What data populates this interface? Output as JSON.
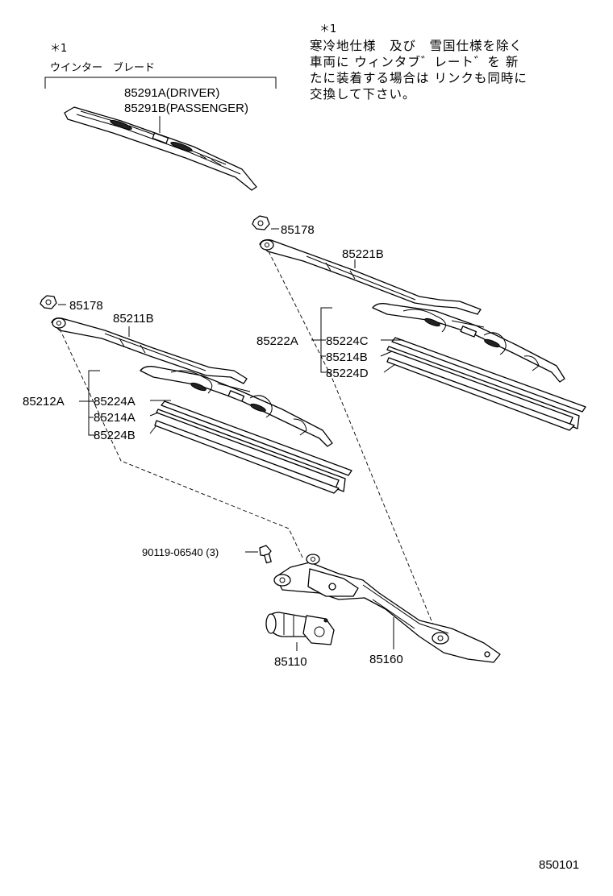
{
  "note_marker_left": "＊1",
  "note_marker_right": "＊1",
  "winter_blade_label": "ウインター　ブレード",
  "notice_lines": [
    "寒冷地仕様　及び　雪国仕様を除く",
    "車両に ウィンタブ゛レート゛を 新",
    "たに装着する場合は リンクも同時に",
    "交換して下さい。"
  ],
  "parts": {
    "winter_blade_driver": "85291A(DRIVER)",
    "winter_blade_passenger": "85291B(PASSENGER)",
    "nut_right": "85178",
    "arm_right": "85221B",
    "blade_assy_right": "85222A",
    "blade_right_c": "85224C",
    "rubber_right": "85214B",
    "blade_right_d": "85224D",
    "nut_left": "85178",
    "arm_left": "85211B",
    "blade_assy_left": "85212A",
    "blade_left_a": "85224A",
    "rubber_left": "85214A",
    "blade_left_b": "85224B",
    "bolt": "90119-06540 (3)",
    "motor": "85110",
    "link": "85160"
  },
  "figure_number": "850101"
}
